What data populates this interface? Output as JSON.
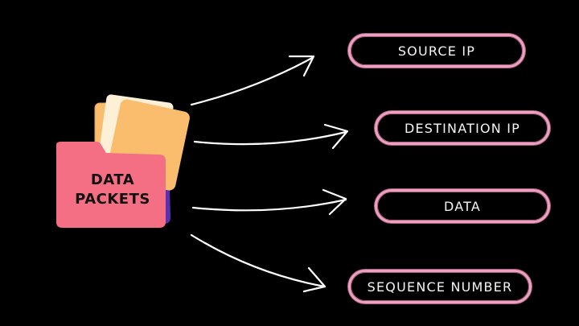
{
  "folder": {
    "label_line1": "DATA",
    "label_line2": "PACKETS"
  },
  "fields": [
    {
      "label": "SOURCE IP"
    },
    {
      "label": "DESTINATION IP"
    },
    {
      "label": "DATA"
    },
    {
      "label": "SEQUENCE NUMBER"
    }
  ],
  "colors": {
    "background": "#000000",
    "folder_front": "#f56f84",
    "folder_back": "#5a2fb0",
    "papers": "#f9bd6d",
    "paper_light": "#fdf0d6",
    "pill_border": "#e9a3c0",
    "arrow": "#ffffff",
    "text": "#f4f4f4"
  },
  "icons": {
    "folder": "folder-icon",
    "arrow": "curved-arrow-icon"
  }
}
